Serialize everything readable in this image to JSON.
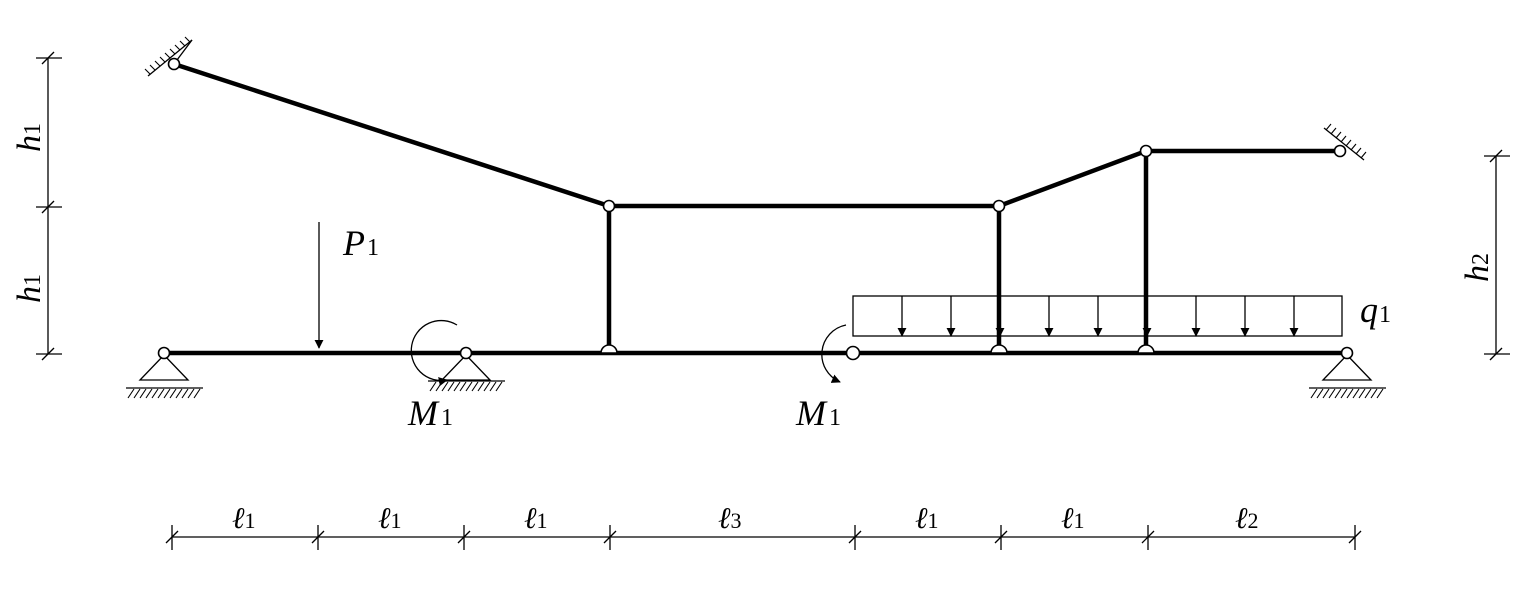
{
  "labels": {
    "P": "P",
    "P_sub": "1",
    "M": "M",
    "M_sub": "1",
    "q": "q",
    "q_sub": "1",
    "h": "h",
    "h1_sub": "1",
    "h2_sub": "2",
    "l": "ℓ",
    "l1_sub": "1",
    "l2_sub": "2",
    "l3_sub": "3"
  },
  "dimensions": {
    "bottom": [
      "ℓ1",
      "ℓ1",
      "ℓ1",
      "ℓ3",
      "ℓ1",
      "ℓ1",
      "ℓ2"
    ],
    "left": [
      "h1",
      "h1"
    ],
    "right": [
      "h2"
    ]
  },
  "colors": {
    "stroke": "#000000",
    "background": "#ffffff"
  }
}
